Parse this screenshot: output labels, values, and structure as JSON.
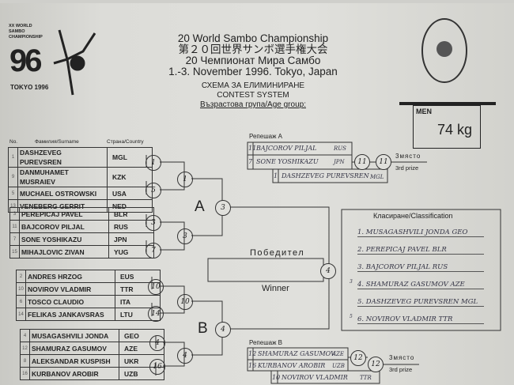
{
  "logo": {
    "line1": "XX WORLD",
    "line2": "SAMBO",
    "line3": "CHAMPIONSHIP",
    "year": "96",
    "city": "TOKYO 1996"
  },
  "header": {
    "en": "20 World Sambo Championship",
    "jp": "第２０回世界サンボ選手権大会",
    "ru": "20 Чемпионат Мира Самбо",
    "date": "1.-3. November 1996. Tokyo, Japan",
    "bg_title": "СХЕМА ЗА ЕЛИМИНИРАНЕ",
    "en_title": "CONTEST SYSTEM",
    "age_group": "Възрастова група/Age group:"
  },
  "category": {
    "gender": "MEN",
    "weight": "74 kg"
  },
  "columns": {
    "no": "No.",
    "surname": "Фамилия/Surname",
    "country": "Страна/Country"
  },
  "groups": [
    [
      {
        "no": "1",
        "name": "DASHZEVEG PUREVSREN",
        "country": "MGL"
      },
      {
        "no": "9",
        "name": "DANMUHAMET MUSRAIEV",
        "country": "KZK"
      },
      {
        "no": "5",
        "name": "MUCHAEL OSTROWSKI",
        "country": "USA"
      },
      {
        "no": "13",
        "name": "VENEBERG GERRIT",
        "country": "NED"
      }
    ],
    [
      {
        "no": "3",
        "name": "PEREPICAJ PAVEL",
        "country": "BLR"
      },
      {
        "no": "11",
        "name": "BAJCOROV PILJAL",
        "country": "RUS"
      },
      {
        "no": "7",
        "name": "SONE YOSHIKAZU",
        "country": "JPN"
      },
      {
        "no": "15",
        "name": "MIHAJLOVIC ZIVAN",
        "country": "YUG"
      }
    ],
    [
      {
        "no": "2",
        "name": "ANDRES HRZOG",
        "country": "EUS"
      },
      {
        "no": "10",
        "name": "NOVIROV VLADMIR",
        "country": "TTR"
      },
      {
        "no": "6",
        "name": "TOSCO CLAUDIO",
        "country": "ITA"
      },
      {
        "no": "14",
        "name": "FELIKAS JANKAVSRAS",
        "country": "LTU"
      }
    ],
    [
      {
        "no": "4",
        "name": "MUSAGASHVILI JONDA",
        "country": "GEO"
      },
      {
        "no": "12",
        "name": "SHAMURAZ GASUMOV",
        "country": "AZE"
      },
      {
        "no": "8",
        "name": "ALEKSANDAR KUSPISH",
        "country": "UKR"
      },
      {
        "no": "16",
        "name": "KURBANOV AROBIR",
        "country": "UZB"
      }
    ]
  ],
  "round1": [
    "1",
    "5",
    "3",
    "7",
    "10",
    "14",
    "4",
    "16"
  ],
  "round2": [
    "1",
    "3",
    "10",
    "4"
  ],
  "pool_winners": {
    "a_label": "A",
    "a": "3",
    "b_label": "B",
    "b": "4"
  },
  "final": {
    "bg": "Победител",
    "en": "Winner",
    "winner": "4"
  },
  "repechage_a": {
    "label": "Репешаж А",
    "rows": [
      {
        "no": "11",
        "name": "BAJCOROV PILJAL",
        "country": "RUS"
      },
      {
        "no": "7",
        "name": "SONE YOSHIKAZU",
        "country": "JPN"
      },
      {
        "no": "1",
        "name": "DASHZEVEG PUREVSREN",
        "country": "MGL"
      }
    ],
    "r1": "11",
    "r2": "11"
  },
  "repechage_b": {
    "label": "Репешаж В",
    "rows": [
      {
        "no": "12",
        "name": "SHAMURAZ GASUMOV",
        "country": "AZE"
      },
      {
        "no": "16",
        "name": "KURBANOV AROBIR",
        "country": "UZB"
      },
      {
        "no": "10",
        "name": "NOVIROV VLADMIR",
        "country": "TTR"
      }
    ],
    "r1": "12",
    "r2": "12"
  },
  "third_prize": {
    "bg": "3място",
    "en": "3rd prize"
  },
  "classification": {
    "title": "Класиране/Classification",
    "rows": [
      "1. MUSAGASHVILI JONDA   GEO",
      "2. PEREPICAJ PAVEL   BLR",
      "3. BAJCOROV PILJAL   RUS",
      "4. SHAMURAZ GASUMOV   AZE",
      "5. DASHZEVEG PUREVSREN   MGL",
      "6. NOVIROV VLADMIR   TTR"
    ],
    "corrections": [
      "3",
      "5"
    ]
  }
}
